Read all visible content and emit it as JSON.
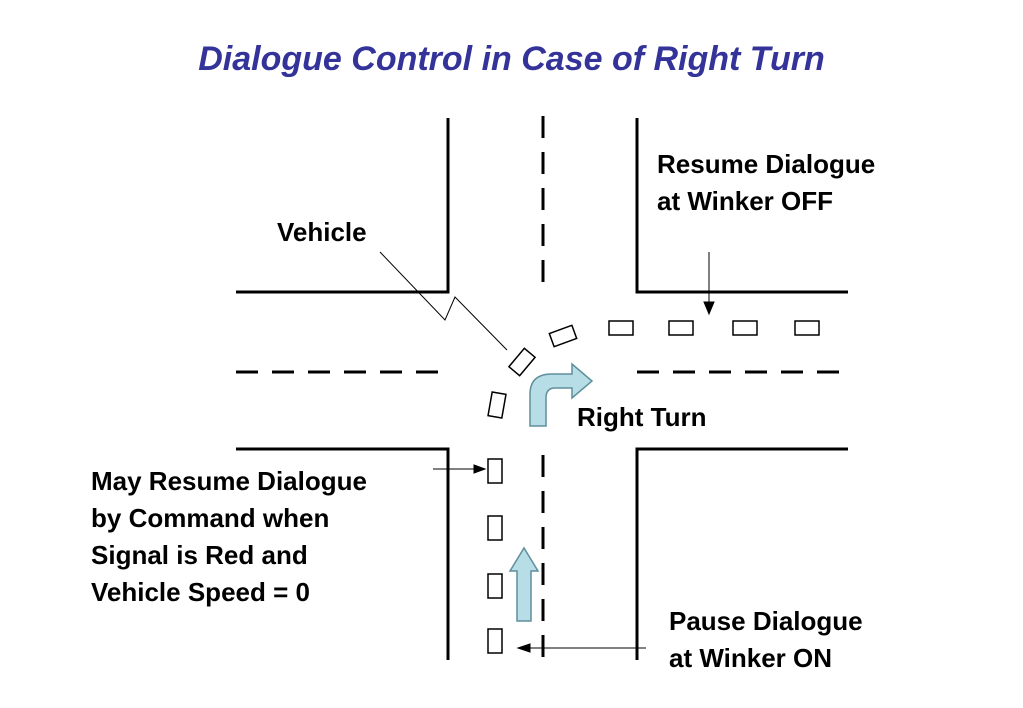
{
  "title": "Dialogue Control in Case of Right Turn",
  "labels": {
    "vehicle": "Vehicle",
    "resume_off": [
      "Resume Dialogue",
      "at Winker OFF"
    ],
    "right_turn": "Right Turn",
    "may_resume": [
      "May Resume Dialogue",
      "by Command when",
      "Signal is Red and",
      "Vehicle Speed = 0"
    ],
    "pause_on": [
      "Pause Dialogue",
      "at Winker ON"
    ]
  },
  "colors": {
    "title": "#333399",
    "arrow_fill": "#b7dde6",
    "arrow_stroke": "#5f8f9c",
    "line": "#000000"
  }
}
